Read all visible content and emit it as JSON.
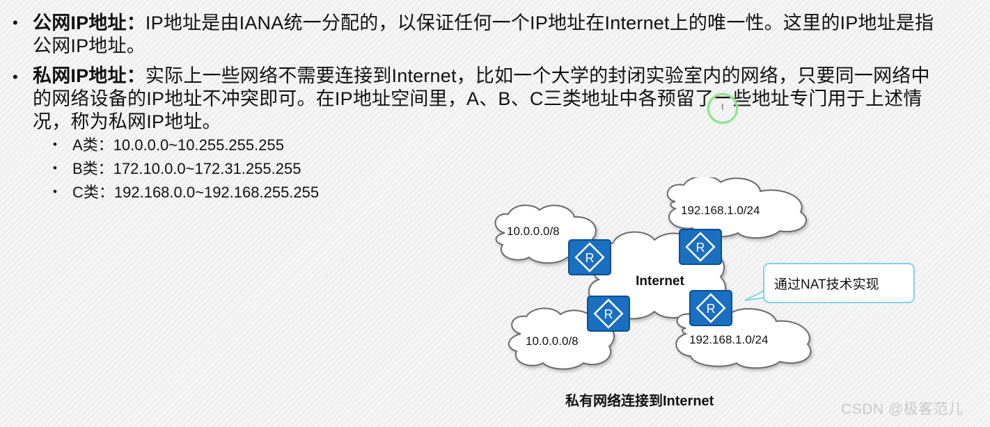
{
  "bullet_glyph": "•",
  "public": {
    "term": "公网IP地址",
    "colon": "：",
    "text_line1": "IP地址是由IANA统一分配的，以保证任何一个IP地址在Internet上的唯一性。这里的IP地址是指",
    "text_line2": "公网IP地址。"
  },
  "private": {
    "term": "私网IP地址",
    "colon": "：",
    "text_line1": "实际上一些网络不需要连接到Internet，比如一个大学的封闭实验室内的网络，只要同一网络中",
    "text_line2": "的网络设备的IP地址不冲突即可。在IP地址空间里，A、B、C三类地址中各预留了一些地址专门用于上述情",
    "text_line3": "况，称为私网IP地址。"
  },
  "classes": [
    {
      "label": "A类：10.0.0.0~10.255.255.255"
    },
    {
      "label": "B类：172.10.0.0~172.31.255.255"
    },
    {
      "label": "C类：192.168.0.0~192.168.255.255"
    }
  ],
  "diagram": {
    "center_label": "Internet",
    "router_glyph": "R",
    "clouds": {
      "top_left": "10.0.0.0/8",
      "top_right": "192.168.1.0/24",
      "bottom_left": "10.0.0.0/8",
      "bottom_right": "192.168.1.0/24"
    },
    "callout": "通过NAT技术实现",
    "caption": "私有网络连接到Internet"
  },
  "watermark": "CSDN @极客范儿",
  "cursor_mark": "I",
  "colors": {
    "router_fill": "#1a6fc0",
    "router_border": "#0b4f93",
    "cloud_stroke": "#6a6a6a",
    "callout_border": "#7fd2e6",
    "cursor_ring": "#8fe08f"
  }
}
